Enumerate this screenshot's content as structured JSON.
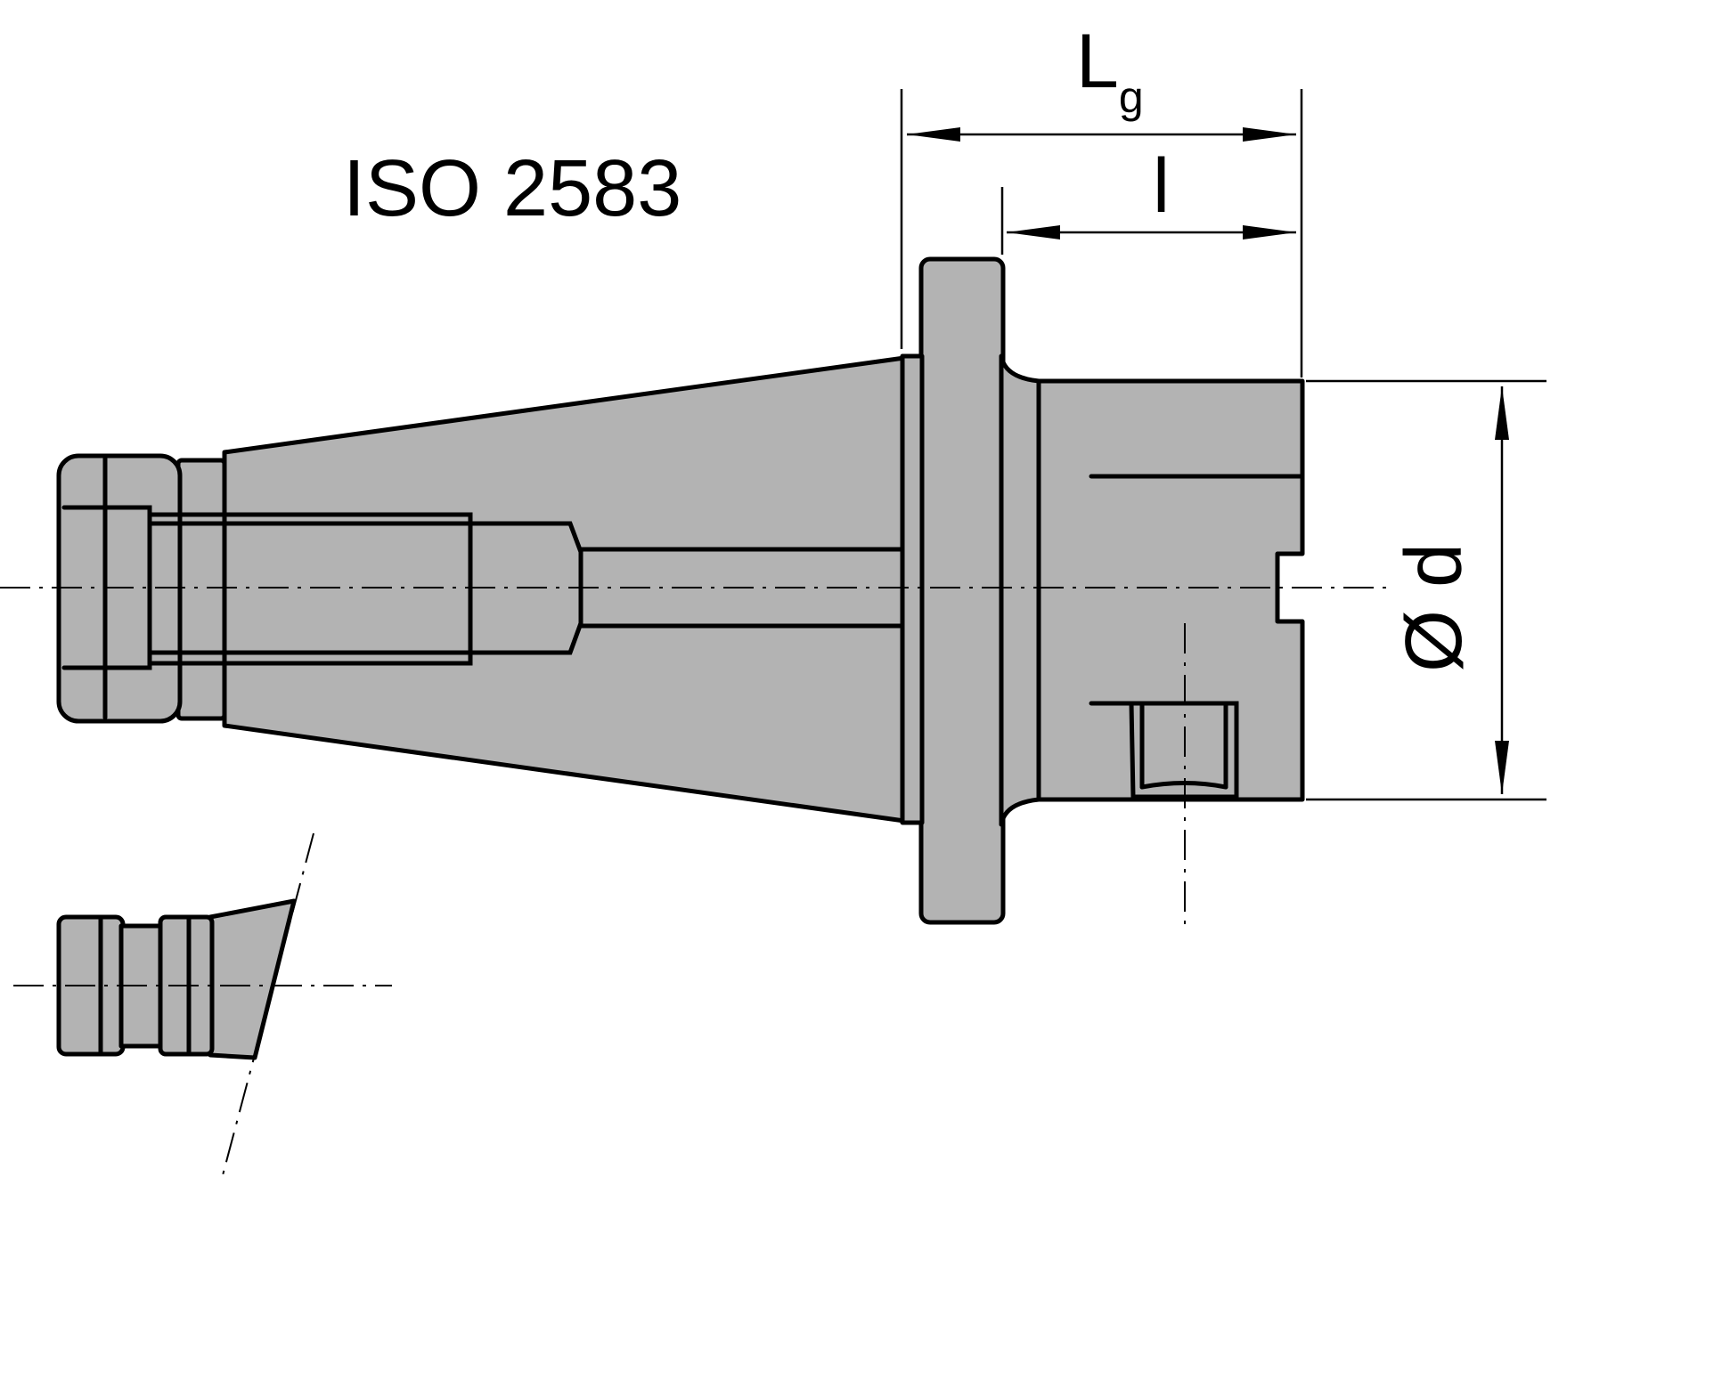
{
  "standard": "ISO 2583",
  "dimensions": {
    "total_length_main": "L",
    "total_length_sub": "g",
    "length": "l",
    "diameter": "Ø d"
  },
  "colors": {
    "fill": "#b3b3b3",
    "stroke": "#000000",
    "background": "#ffffff"
  }
}
